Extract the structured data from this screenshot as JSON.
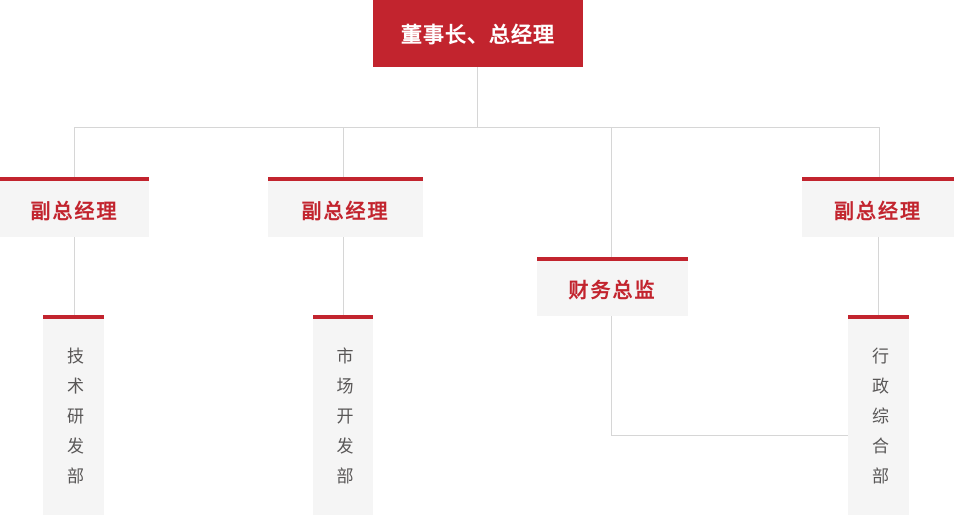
{
  "org": {
    "root": {
      "label": "董事长、总经理"
    },
    "managers": [
      {
        "label": "副总经理"
      },
      {
        "label": "副总经理"
      },
      {
        "label": "财务总监"
      },
      {
        "label": "副总经理"
      }
    ],
    "departments": [
      {
        "label": "技术研发部"
      },
      {
        "label": "市场开发部"
      },
      {
        "label": "行政综合部"
      }
    ]
  },
  "colors": {
    "accent_red": "#c2242e",
    "node_background": "#f5f5f5",
    "connector_gray": "#d6d6d6",
    "department_text": "#595757",
    "root_text": "#ffffff",
    "page_background": "#ffffff"
  }
}
